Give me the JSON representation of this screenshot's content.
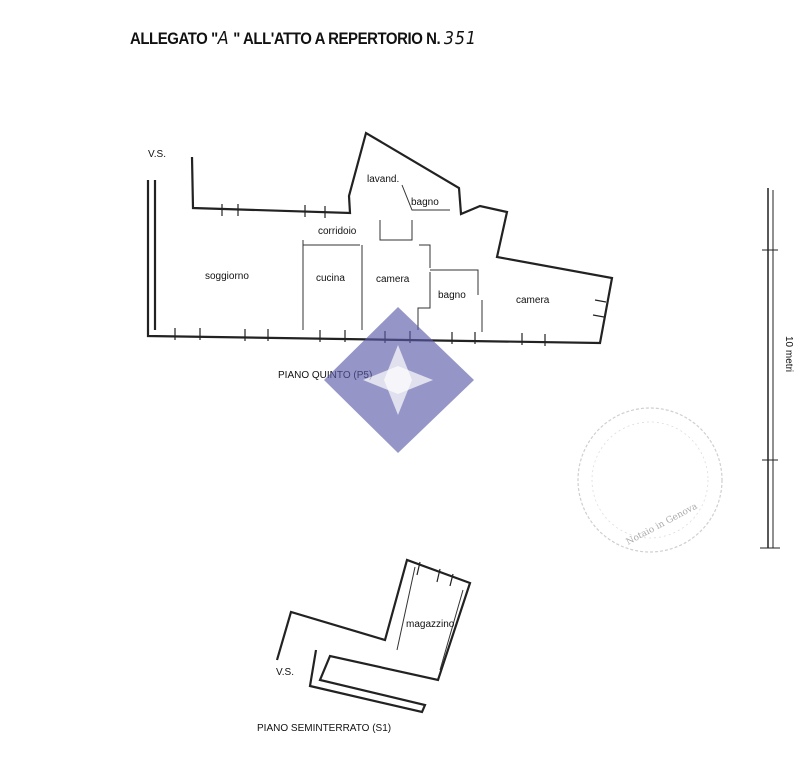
{
  "header": {
    "prefix": "ALLEGATO \"",
    "letter": "A",
    "middle": " \" ALL'ATTO A REPERTORIO N.",
    "number": "351"
  },
  "floor5": {
    "title": "PIANO QUINTO (P5)",
    "vs": "V.S.",
    "rooms": {
      "soggiorno": "soggiorno",
      "cucina": "cucina",
      "camera1": "camera",
      "camera2": "camera",
      "bagno1": "bagno",
      "bagno2": "bagno",
      "corridoio": "corridoio",
      "lavand": "lavand."
    }
  },
  "basement": {
    "title": "PIANO SEMINTERRATO (S1)",
    "vs": "V.S.",
    "rooms": {
      "magazzino": "magazzino"
    }
  },
  "scale": {
    "label": "10 metri"
  },
  "stamp": {
    "text": "Notaio in Genova"
  },
  "watermark": {
    "color": "#5a5aa8"
  }
}
